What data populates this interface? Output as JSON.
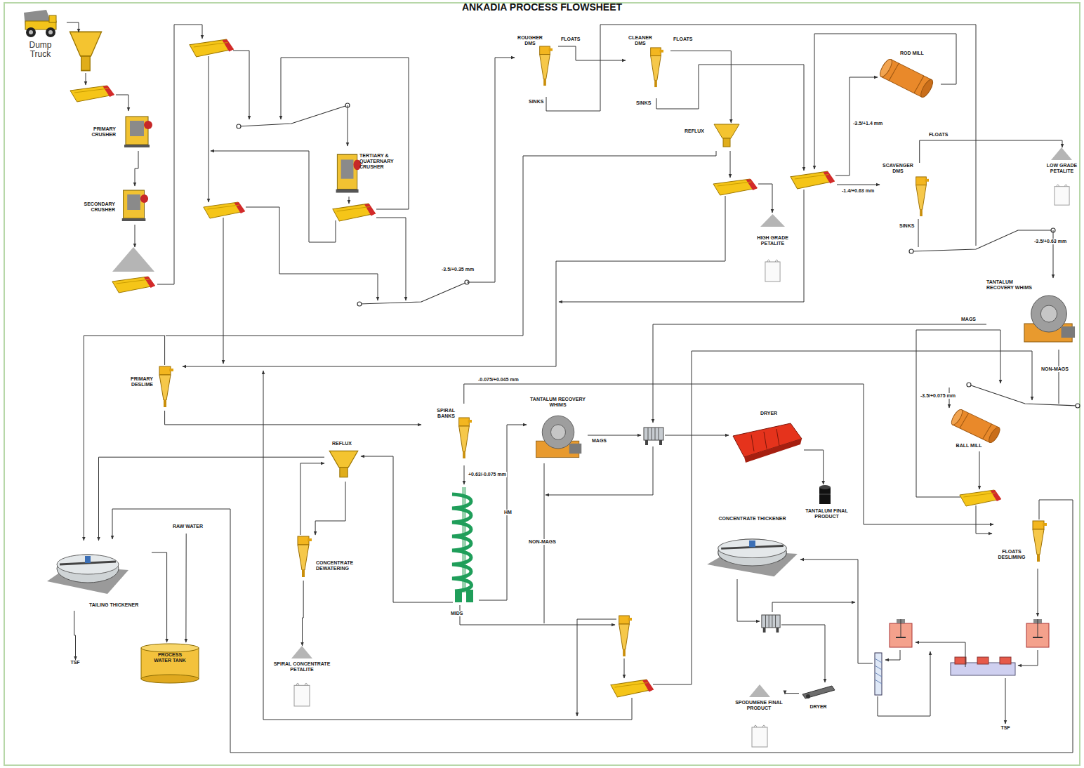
{
  "diagram": {
    "title": "ANKADIA PROCESS FLOWSHEET",
    "nodes": [
      {
        "text": [
          "Dump Truck"
        ]
      },
      {
        "text": [
          "PRIMARY CRUSHER"
        ]
      },
      {
        "text": [
          "SECONDARY CRUSHER"
        ]
      },
      {
        "text": [
          "TERTIARY & QUATERNARY CRUSHER"
        ]
      },
      {
        "text": [
          "ROUGHER DMS"
        ]
      },
      {
        "text": [
          "CLEANER DMS"
        ]
      },
      {
        "text": [
          "ROD MILL"
        ]
      },
      {
        "text": [
          "REFLUX"
        ]
      },
      {
        "text": [
          "HIGH GRADE PETALITE"
        ]
      },
      {
        "text": [
          "SCAVENGER DMS"
        ]
      },
      {
        "text": [
          "LOW GRADE PETALITE"
        ]
      },
      {
        "text": [
          "TANTALUM RECOVERY WHIMS"
        ]
      },
      {
        "text": [
          "BALL MILL"
        ]
      },
      {
        "text": [
          "PRIMARY DESLIME"
        ]
      },
      {
        "text": [
          "SPIRAL BANKS"
        ]
      },
      {
        "text": [
          "TANTALUM RECOVERY WHIMS"
        ]
      },
      {
        "text": [
          "DRYER"
        ]
      },
      {
        "text": [
          "TANTALUM FINAL PRODUCT"
        ]
      },
      {
        "text": [
          "CONCENTRATE THICKENER"
        ]
      },
      {
        "text": [
          "FLOATS DESLIMING"
        ]
      },
      {
        "text": [
          "REFLUX"
        ]
      },
      {
        "text": [
          "CONCENTRATE DEWATERING"
        ]
      },
      {
        "text": [
          "SPIRAL CONCENTRATE PETALITE"
        ]
      },
      {
        "text": [
          "TAILING THICKENER"
        ]
      },
      {
        "text": [
          "RAW WATER"
        ]
      },
      {
        "text": [
          "PROCESS WATER TANK"
        ]
      },
      {
        "text": [
          "TSF"
        ]
      },
      {
        "text": [
          "SPODUMENE FINAL PRODUCT"
        ]
      },
      {
        "text": [
          "DRYER"
        ]
      },
      {
        "text": [
          "TSF"
        ]
      }
    ],
    "edges": [
      {
        "from": 1,
        "to": 2,
        "arrow": "to"
      },
      {
        "from": 5,
        "to": 7,
        "arrow": "to"
      },
      {
        "from": 9,
        "to": 10,
        "arrow": "to"
      },
      {
        "from": 13,
        "to": 14,
        "arrow": "to"
      },
      {
        "from": 13,
        "to": 23,
        "arrow": "to"
      },
      {
        "from": 14,
        "to": 19,
        "arrow": "to",
        "label": "-0.075/+0.045 mm"
      },
      {
        "from": 16,
        "to": 17,
        "arrow": "to"
      },
      {
        "from": 28,
        "to": 27,
        "arrow": "to"
      },
      {
        "from": 24,
        "to": 25,
        "arrow": "to"
      },
      {
        "from": 23,
        "to": 25,
        "arrow": "to"
      },
      {
        "from": 23,
        "to": 26,
        "arrow": "to"
      },
      {
        "from": 20,
        "to": 23,
        "arrow": "to"
      },
      {
        "from": 20,
        "to": 21,
        "arrow": "to"
      },
      {
        "from": 21,
        "to": 22,
        "arrow": "to"
      },
      {
        "from": 21,
        "to": 20,
        "arrow": "to"
      }
    ],
    "labels": [
      "FLOATS",
      "SINKS",
      "FLOATS",
      "SINKS",
      "-3.5/+1.4 mm",
      "-1.4/+0.63 mm",
      "FLOATS",
      "SINKS",
      "-3.5/+0.63 mm",
      "MAGS",
      "NON-MAGS",
      "-3.5/+0.35 mm",
      "-3.5/+0.075 mm",
      "+0.63/-0.075 mm",
      "HM",
      "MAGS",
      "NON-MAGS",
      "MIDS"
    ]
  }
}
